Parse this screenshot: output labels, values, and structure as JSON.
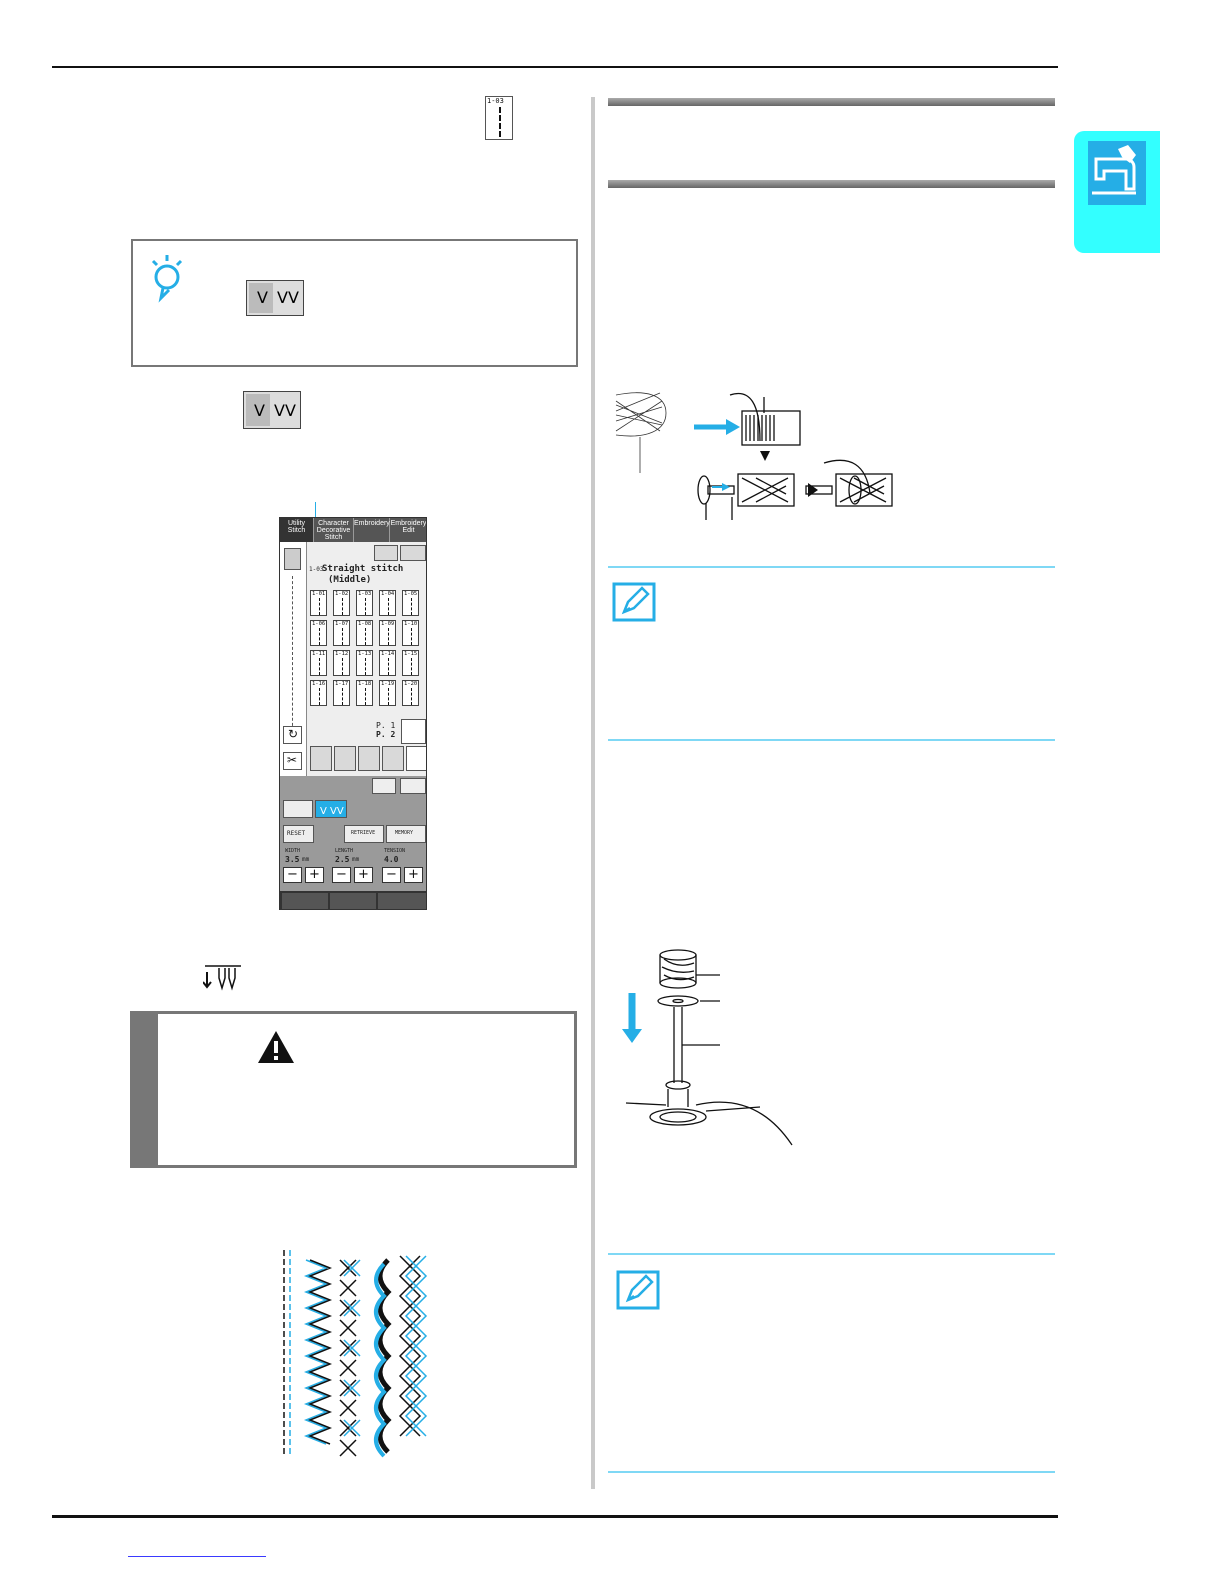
{
  "icons": {
    "side_tab": "sewing-machine-icon",
    "note": "lightbulb-note-icon",
    "memo": "pencil-memo-icon",
    "caution": "warning-triangle-icon",
    "needle_mode": "single-twin-needle-key-icon",
    "twin_needle_symbol": "twin-needle-down-icon"
  },
  "colors": {
    "accent": "#25aee6",
    "side_tab": "#33ffff",
    "memo_rule": "#7fd8f5",
    "lcd_header": "#555555"
  },
  "pattern_thumb": {
    "code": "1-03"
  },
  "lcd": {
    "tabs": [
      {
        "label": "Utility Stitch",
        "active": true
      },
      {
        "label": "Character Decorative Stitch",
        "active": false
      },
      {
        "label": "Embroidery",
        "active": false
      },
      {
        "label": "Embroidery Edit",
        "active": false
      }
    ],
    "pattern_code": "1-03",
    "pattern_name_line1": "Straight stitch",
    "pattern_name_line2": "(Middle)",
    "grid_codes": [
      "1-01",
      "1-02",
      "1-03",
      "1-04",
      "1-05",
      "1-06",
      "1-07",
      "1-08",
      "1-09",
      "1-10",
      "1-11",
      "1-12",
      "1-13",
      "1-14",
      "1-15",
      "1-16",
      "1-17",
      "1-18",
      "1-19",
      "1-20"
    ],
    "page_1": "P. 1",
    "page_2": "P. 2",
    "reset_label": "RESET",
    "retrieve_label": "RETRIEVE",
    "memory_label": "MEMORY",
    "width_label": "WIDTH",
    "width_value": "3.5",
    "width_unit": "mm",
    "length_label": "LENGTH",
    "length_value": "2.5",
    "length_unit": "mm",
    "tension_label": "TENSION",
    "tension_value": "4.0",
    "minus": "−",
    "plus": "+"
  }
}
